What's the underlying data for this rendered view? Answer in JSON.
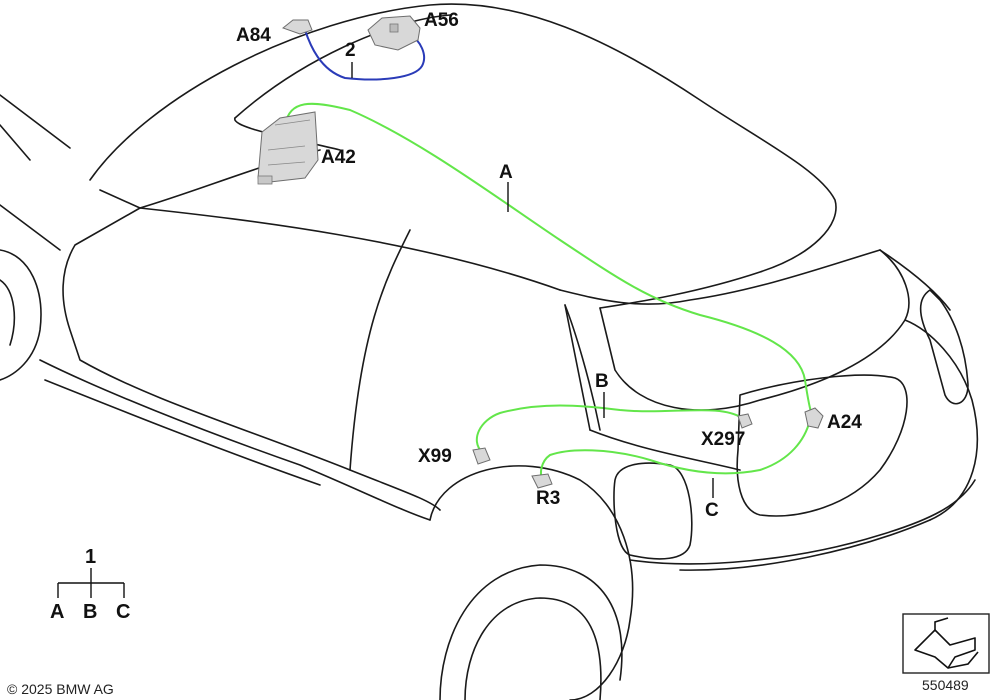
{
  "labels": {
    "a84": "A84",
    "a56": "A56",
    "n2": "2",
    "a42": "A42",
    "a": "A",
    "b": "B",
    "a24": "A24",
    "x297": "X297",
    "x99": "X99",
    "r3": "R3",
    "c": "C"
  },
  "legend": {
    "root": "1",
    "a": "A",
    "b": "B",
    "c": "C"
  },
  "footer": {
    "copyright": "© 2025 BMW AG",
    "diagram_number": "550489"
  },
  "colors": {
    "wire_a_b_c": "#63e64a",
    "wire_2": "#2a3bb8",
    "outline": "#1a1a1a",
    "components": "#d8d8d8"
  },
  "icons": {
    "orientation": "arrow-nav-icon"
  }
}
